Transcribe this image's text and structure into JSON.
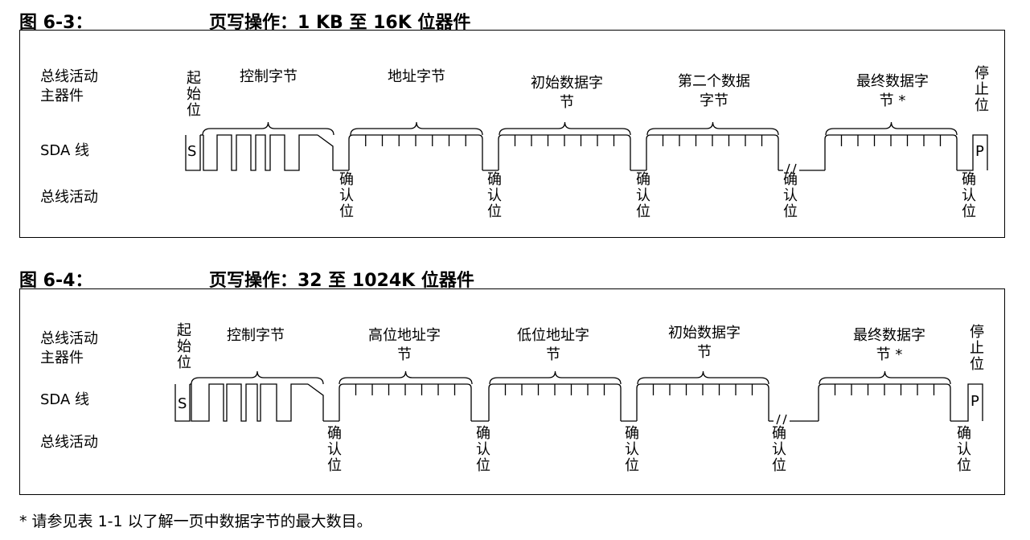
{
  "fig1": {
    "num": "图 6-3：",
    "title": "页写操作：1 KB 至 16K 位器件",
    "left_labels": [
      "总线活动",
      "主器件",
      "SDA 线",
      "总线活动"
    ],
    "start": "起始位",
    "stop": "停止位",
    "S": "S",
    "P": "P",
    "bytes": [
      "控制字节",
      "地址字节",
      "初始数据字节",
      "第二个数据字节",
      "最终数据字节 *"
    ],
    "ack": "确认位"
  },
  "fig2": {
    "num": "图 6-4：",
    "title": "页写操作：32 至 1024K 位器件",
    "left_labels": [
      "总线活动",
      "主器件",
      "SDA 线",
      "总线活动"
    ],
    "start": "起始位",
    "stop": "停止位",
    "S": "S",
    "P": "P",
    "bytes": [
      "控制字节",
      "高位地址字节",
      "低位地址字节",
      "初始数据字节",
      "最终数据字节 *"
    ],
    "ack": "确认位"
  },
  "footnote": "* 请参见表 1-1 以了解一页中数据字节的最大数目。"
}
